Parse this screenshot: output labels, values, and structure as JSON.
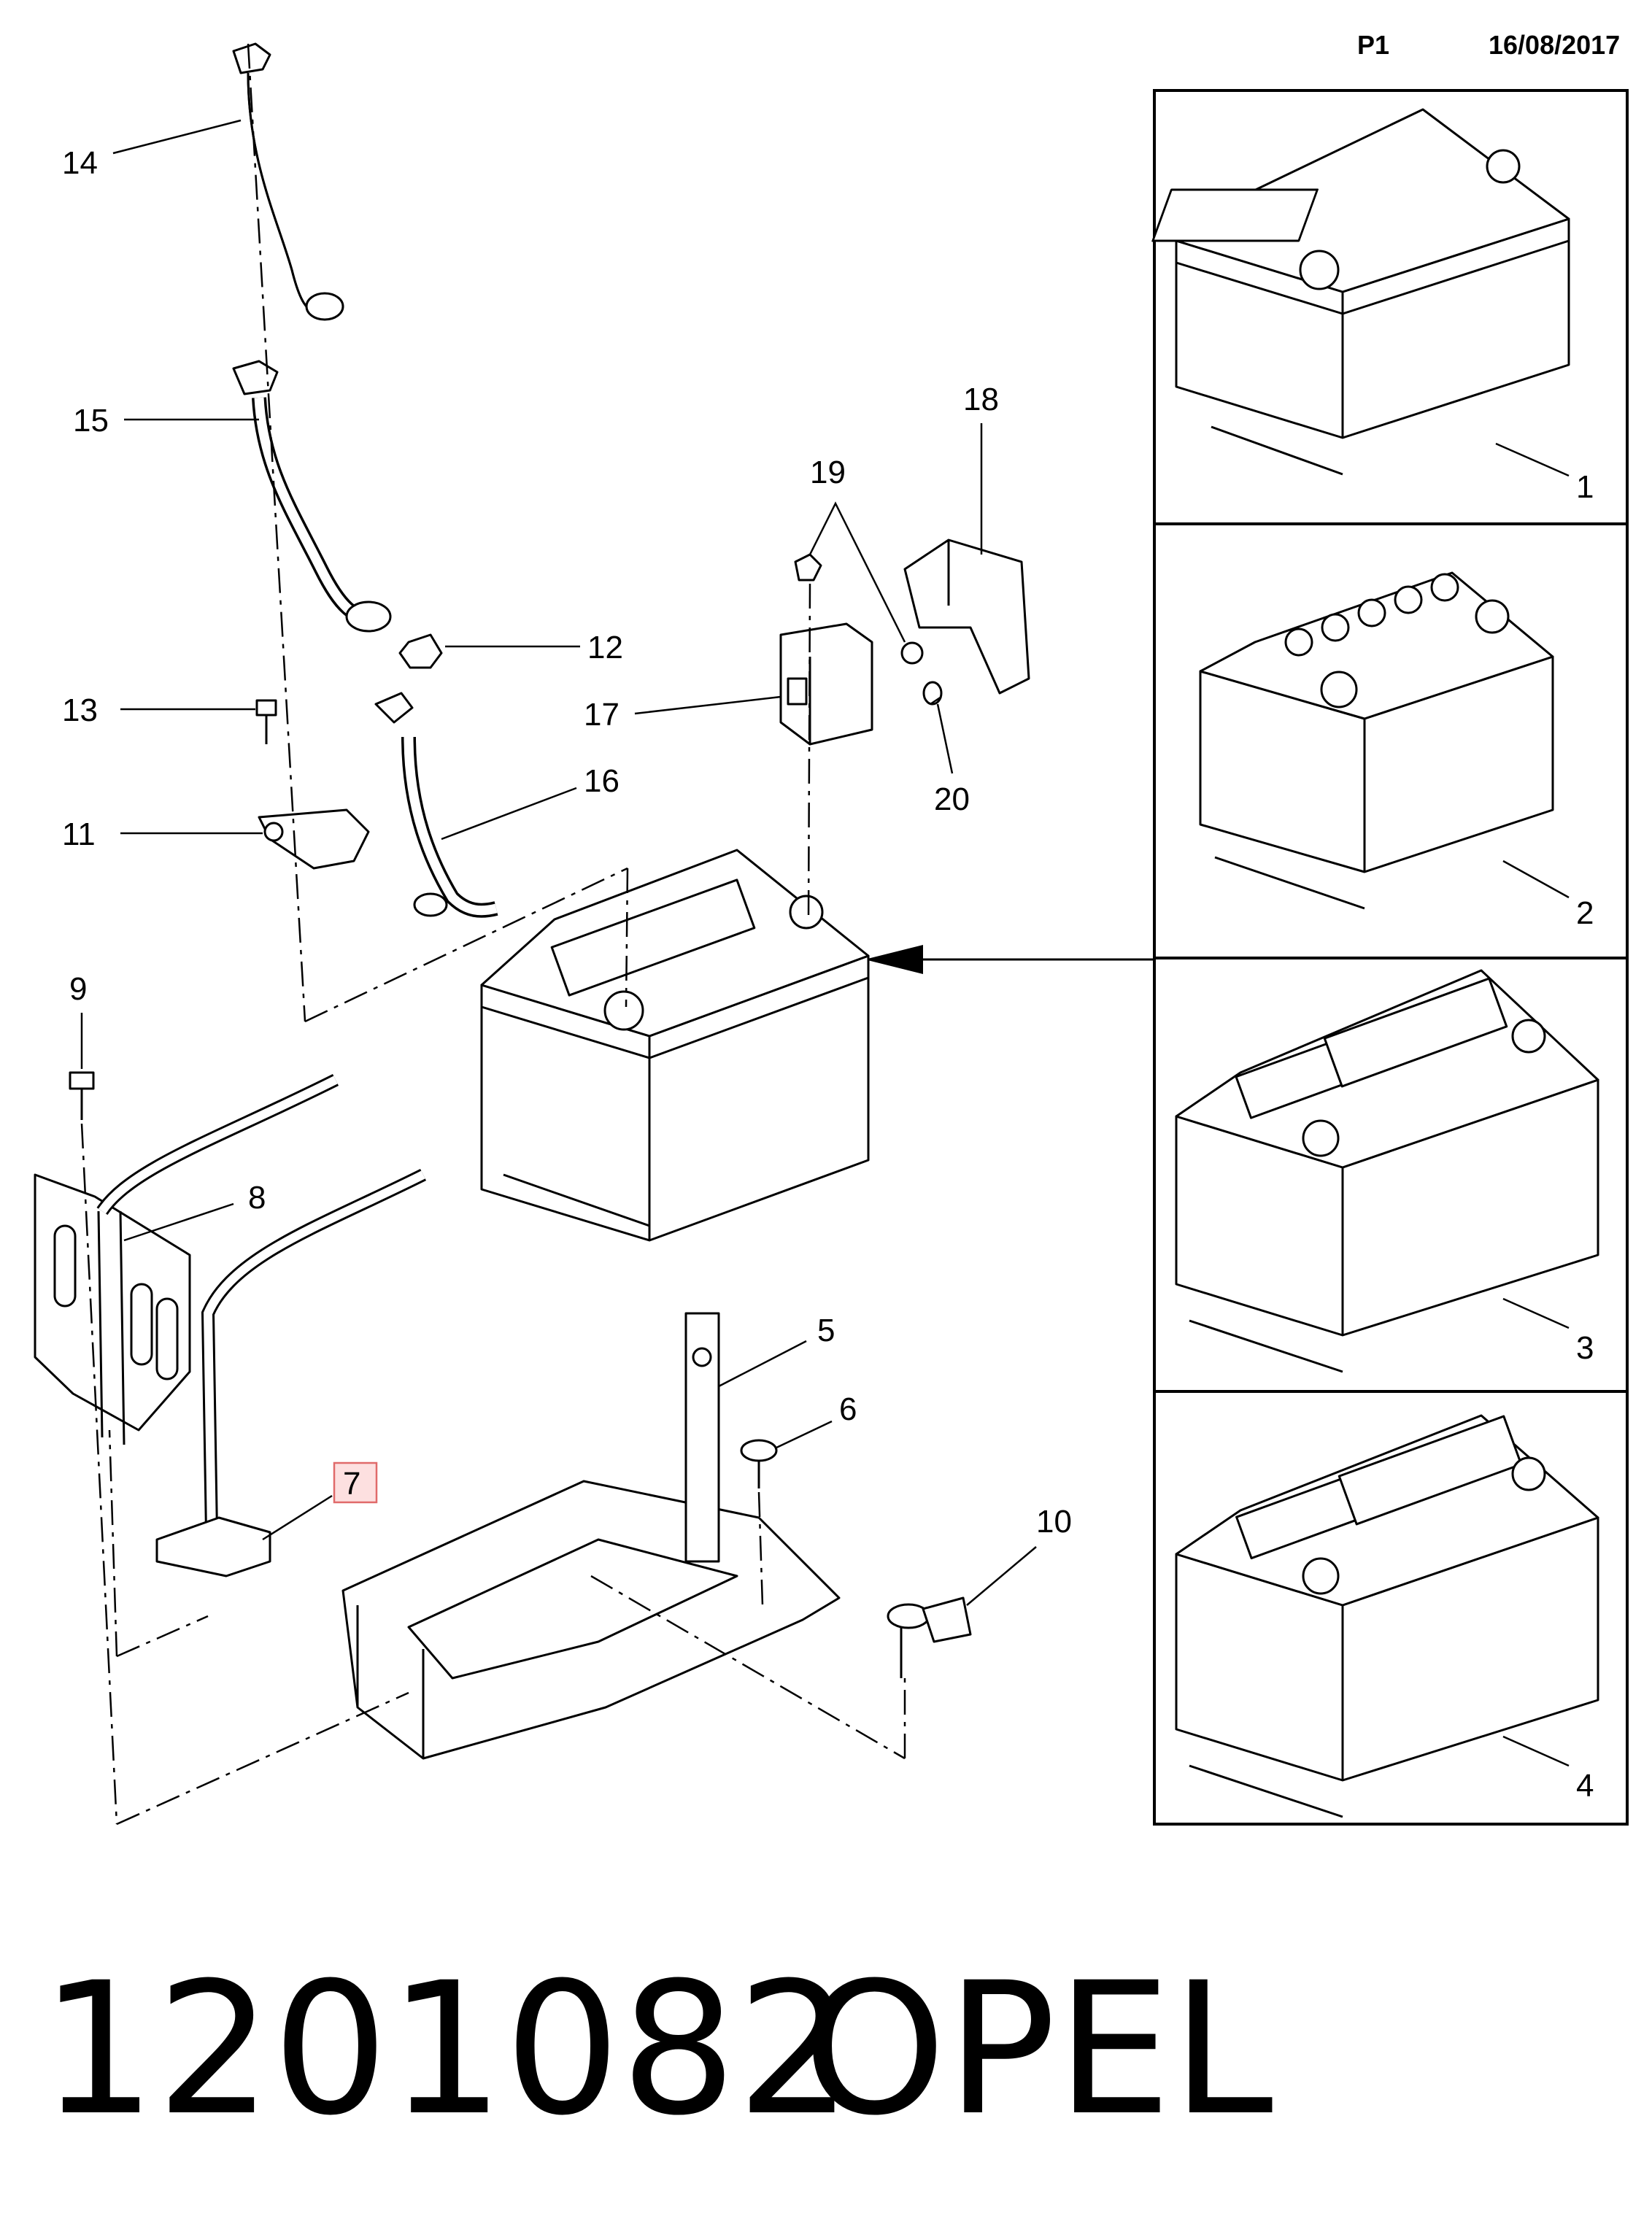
{
  "header": {
    "page": "P1",
    "date": "16/08/2017"
  },
  "footer": {
    "part_number": "1201082",
    "brand": "OPEL"
  },
  "callouts": [
    {
      "id": "1",
      "label": "1"
    },
    {
      "id": "2",
      "label": "2"
    },
    {
      "id": "3",
      "label": "3"
    },
    {
      "id": "4",
      "label": "4"
    },
    {
      "id": "5",
      "label": "5"
    },
    {
      "id": "6",
      "label": "6"
    },
    {
      "id": "7",
      "label": "7",
      "highlighted": true
    },
    {
      "id": "8",
      "label": "8"
    },
    {
      "id": "9",
      "label": "9"
    },
    {
      "id": "10",
      "label": "10"
    },
    {
      "id": "11",
      "label": "11"
    },
    {
      "id": "12",
      "label": "12"
    },
    {
      "id": "13",
      "label": "13"
    },
    {
      "id": "14",
      "label": "14"
    },
    {
      "id": "15",
      "label": "15"
    },
    {
      "id": "16",
      "label": "16"
    },
    {
      "id": "17",
      "label": "17"
    },
    {
      "id": "18",
      "label": "18"
    },
    {
      "id": "19",
      "label": "19"
    },
    {
      "id": "20",
      "label": "20"
    }
  ],
  "colors": {
    "line": "#000000",
    "highlight_fill": "#fde0e0",
    "highlight_stroke": "#e06a6a"
  }
}
